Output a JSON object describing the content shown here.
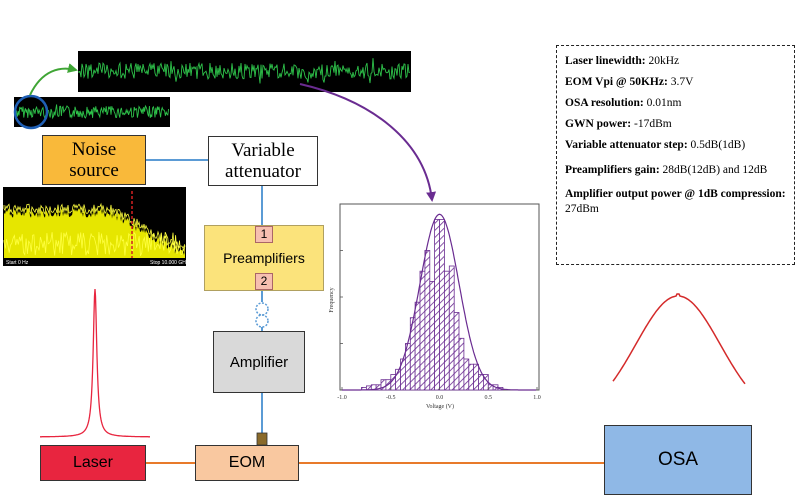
{
  "boxes": {
    "noise_source": [
      "Noise",
      "source"
    ],
    "variable_attenuator": [
      "Variable",
      "attenuator"
    ],
    "preamplifiers": "Preamplifiers",
    "port_1": "1",
    "port_2": "2",
    "amplifier": "Amplifier",
    "laser": "Laser",
    "eom": "EOM",
    "osa": "OSA"
  },
  "specs": [
    {
      "label": "Laser linewidth:",
      "value": " 20kHz"
    },
    {
      "label": "EOM Vpi @ 50KHz:",
      "value": " 3.7V"
    },
    {
      "label": "OSA resolution:",
      "value": " 0.01nm"
    },
    {
      "label": "GWN power:",
      "value": " -17dBm"
    },
    {
      "label": "Variable attenuator step:",
      "value": " 0.5dB(1dB)"
    },
    {
      "label": "Preamplifiers gain:",
      "value": " 28dB(12dB) and 12dB"
    },
    {
      "label": "Amplifier output power @ 1dB compression:",
      "value": " 27dBm"
    }
  ],
  "spectrum_inset": {
    "start_label": "Start 0 Hz",
    "stop_label": "Stop 10.000 GHz"
  },
  "colors": {
    "noise_trace": "#2ec24a",
    "spectrum_trace": "#ffff00",
    "arrow_purple": "#6a2c91",
    "arrow_green": "#3fa535",
    "laser_line": "#e8253f",
    "osa_line": "#d42a2a",
    "fiber_orange": "#e87a2a",
    "rf_blue": "#5b9bd5"
  },
  "chart_data": {
    "type": "bar",
    "xlabel": "Voltage (V)",
    "ylabel": "Frequency",
    "xlim": [
      -1.0,
      1.0
    ],
    "x_ticks": [
      "-1.0",
      "-0.5",
      "0.0",
      "0.5",
      "1.0"
    ],
    "bin_centers": [
      -0.775,
      -0.725,
      -0.675,
      -0.625,
      -0.575,
      -0.525,
      -0.475,
      -0.425,
      -0.375,
      -0.325,
      -0.275,
      -0.225,
      -0.175,
      -0.125,
      -0.075,
      -0.025,
      0.025,
      0.075,
      0.125,
      0.175,
      0.225,
      0.275,
      0.325,
      0.375,
      0.425,
      0.475,
      0.525,
      0.575,
      0.625
    ],
    "values": [
      0.5,
      0.8,
      1,
      1,
      2,
      2,
      3,
      4,
      6,
      9,
      14,
      17,
      23,
      27,
      21,
      33,
      33,
      23,
      24,
      15,
      10,
      6,
      5,
      5,
      3,
      3,
      1,
      1,
      0.5
    ],
    "ylim": [
      0,
      36
    ],
    "fit": "gaussian",
    "fit_mean": 0.0,
    "fit_sd": 0.2
  }
}
